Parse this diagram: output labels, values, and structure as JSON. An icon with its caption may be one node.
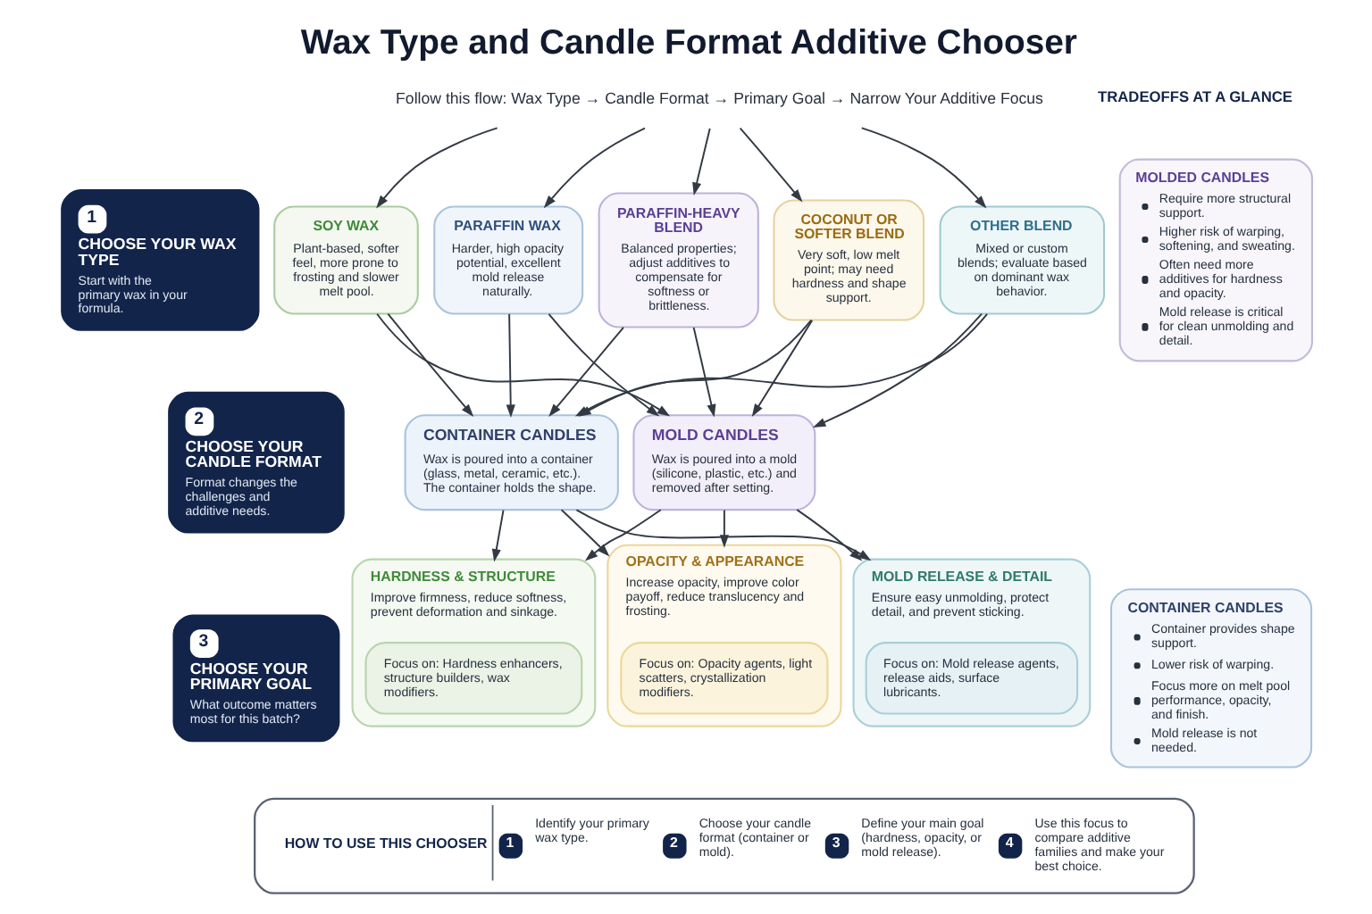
{
  "diagram": {
    "title": "Wax Type and Candle Format Additive Chooser",
    "nodes": [
      {
        "text": [
          "Follow this flow: Wax Type → Candle Format → Primary Goal → Narrow Your Additive Focus"
        ]
      },
      {
        "text": [
          "1",
          "CHOOSE YOUR WAX TYPE",
          "Start with the primary wax in your formula."
        ]
      },
      {
        "text": [
          "SOY WAX",
          "Plant-based, softer feel, more prone to frosting and slower melt pool."
        ]
      },
      {
        "text": [
          "PARAFFIN WAX",
          "Harder, high opacity potential, excellent mold release naturally."
        ]
      },
      {
        "text": [
          "PARAFFIN-HEAVY BLEND",
          "Balanced properties; adjust additives to compensate for softness or brittleness."
        ]
      },
      {
        "text": [
          "COCONUT OR SOFTER BLEND",
          "Very soft, low melt point; may need hardness and shape support."
        ]
      },
      {
        "text": [
          "OTHER BLEND",
          "Mixed or custom blends; evaluate based on dominant wax behavior."
        ]
      },
      {
        "text": [
          "2",
          "CHOOSE YOUR CANDLE FORMAT",
          "Format changes the challenges and additive needs."
        ]
      },
      {
        "text": [
          "CONTAINER CANDLES",
          "Wax is poured into a container (glass, metal, ceramic, etc.). The container holds the shape."
        ]
      },
      {
        "text": [
          "MOLD CANDLES",
          "Wax is poured into a mold (silicone, plastic, etc.) and removed after setting."
        ]
      },
      {
        "text": [
          "3",
          "CHOOSE YOUR PRIMARY GOAL",
          "What outcome matters most for this batch?"
        ]
      },
      {
        "text": [
          "HARDNESS & STRUCTURE",
          "Improve firmness, reduce softness, prevent deformation and sinkage."
        ]
      },
      {
        "text": [
          "Focus on: Hardness enhancers, structure builders, wax modifiers."
        ],
        "in": 11
      },
      {
        "text": [
          "OPACITY & APPEARANCE",
          "Increase opacity, improve color payoff, reduce translucency and frosting."
        ]
      },
      {
        "text": [
          "Focus on: Opacity agents, light scatters, crystallization modifiers."
        ],
        "in": 13
      },
      {
        "text": [
          "MOLD RELEASE & DETAIL",
          "Ensure easy unmolding, protect detail, and prevent sticking."
        ]
      },
      {
        "text": [
          "Focus on: Mold release agents, release aids, surface lubricants."
        ],
        "in": 15
      },
      {
        "text": [
          "MOLDED CANDLES",
          "Require more structural support.",
          "Higher risk of warping, softening, and sweating.",
          "Often need more additives for hardness and opacity.",
          "Mold release is critical for clean unmolding and detail."
        ]
      },
      {
        "text": [
          "CONTAINER CANDLES",
          "Container provides shape support.",
          "Lower risk of warping.",
          "Focus more on melt pool performance, opacity, and finish.",
          "Mold release is not needed."
        ]
      },
      {
        "text": [
          "HOW TO USE THIS CHOOSER",
          "1",
          "Identify your primary wax type.",
          "2",
          "Choose your candle format (container or mold).",
          "3",
          "Define your main goal (hardness, opacity, or mold release).",
          "4",
          "Use this focus to compare additive families and make your best choice."
        ]
      }
    ],
    "edges": [
      {
        "from": 0,
        "to": 2,
        "arrow": "to"
      },
      {
        "from": 0,
        "to": 3,
        "arrow": "to"
      },
      {
        "from": 0,
        "to": 4,
        "arrow": "to"
      },
      {
        "from": 0,
        "to": 5,
        "arrow": "to"
      },
      {
        "from": 0,
        "to": 6,
        "arrow": "to"
      },
      {
        "from": 2,
        "to": 8,
        "arrow": "to"
      },
      {
        "from": 2,
        "to": 9,
        "arrow": "to"
      },
      {
        "from": 3,
        "to": 8,
        "arrow": "to"
      },
      {
        "from": 3,
        "to": 9,
        "arrow": "to"
      },
      {
        "from": 4,
        "to": 8,
        "arrow": "to"
      },
      {
        "from": 4,
        "to": 9,
        "arrow": "to"
      },
      {
        "from": 5,
        "to": 8,
        "arrow": "to"
      },
      {
        "from": 5,
        "to": 9,
        "arrow": "to"
      },
      {
        "from": 6,
        "to": 8,
        "arrow": "to"
      },
      {
        "from": 6,
        "to": 9,
        "arrow": "to"
      },
      {
        "from": 8,
        "to": 11,
        "arrow": "to"
      },
      {
        "from": 8,
        "to": 13,
        "arrow": "to"
      },
      {
        "from": 8,
        "to": 15,
        "arrow": "to"
      },
      {
        "from": 9,
        "to": 11,
        "arrow": "to"
      },
      {
        "from": 9,
        "to": 13,
        "arrow": "to"
      },
      {
        "from": 9,
        "to": 15,
        "arrow": "to"
      }
    ],
    "labels": [
      "TRADEOFFS AT A GLANCE"
    ]
  }
}
